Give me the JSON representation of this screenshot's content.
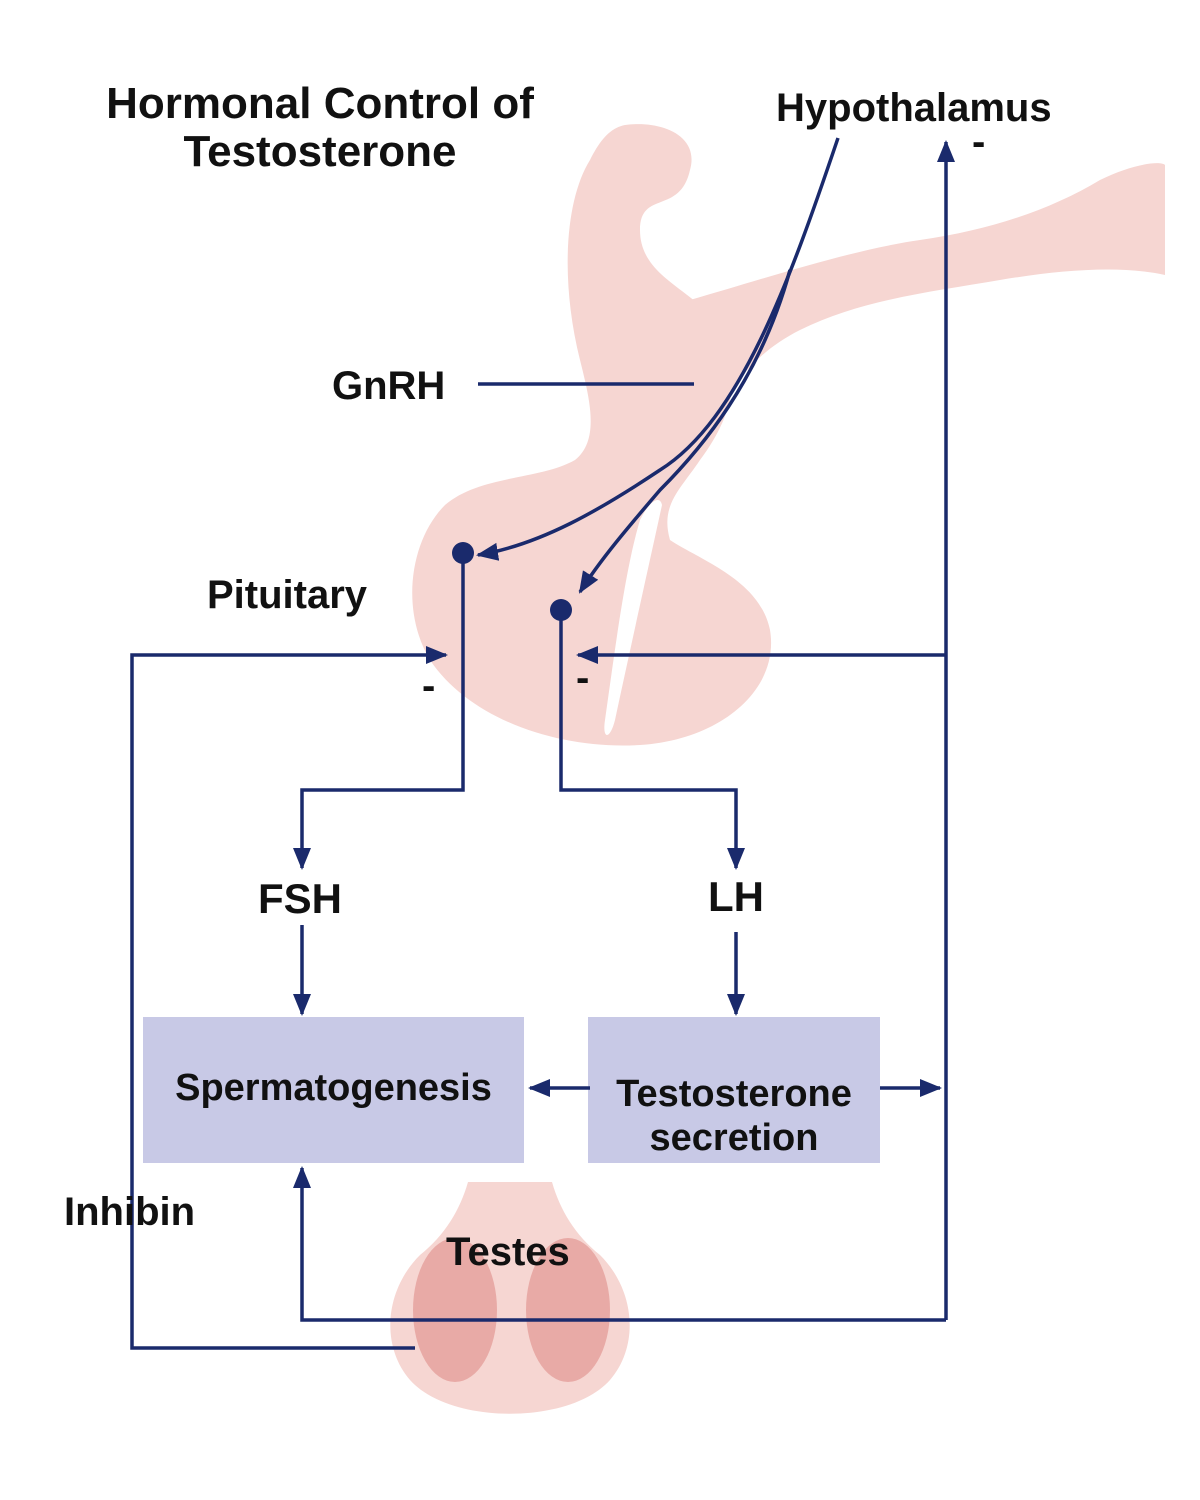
{
  "title": {
    "line1": "Hormonal Control of",
    "line2": "Testosterone"
  },
  "labels": {
    "hypothalamus": "Hypothalamus",
    "gnrh": "GnRH",
    "pituitary": "Pituitary",
    "fsh": "FSH",
    "lh": "LH",
    "inhibin": "Inhibin",
    "testes": "Testes"
  },
  "boxes": {
    "spermatogenesis": "Spermatogenesis",
    "testosterone_line1": "Testosterone",
    "testosterone_line2": "secretion"
  },
  "feedback_sign": "-",
  "colors": {
    "arrow": "#1a2a6c",
    "box_fill": "#c8c9e6",
    "anatomy": "#f6d6d2",
    "testes": "#e8aaa6",
    "text": "#111111"
  }
}
